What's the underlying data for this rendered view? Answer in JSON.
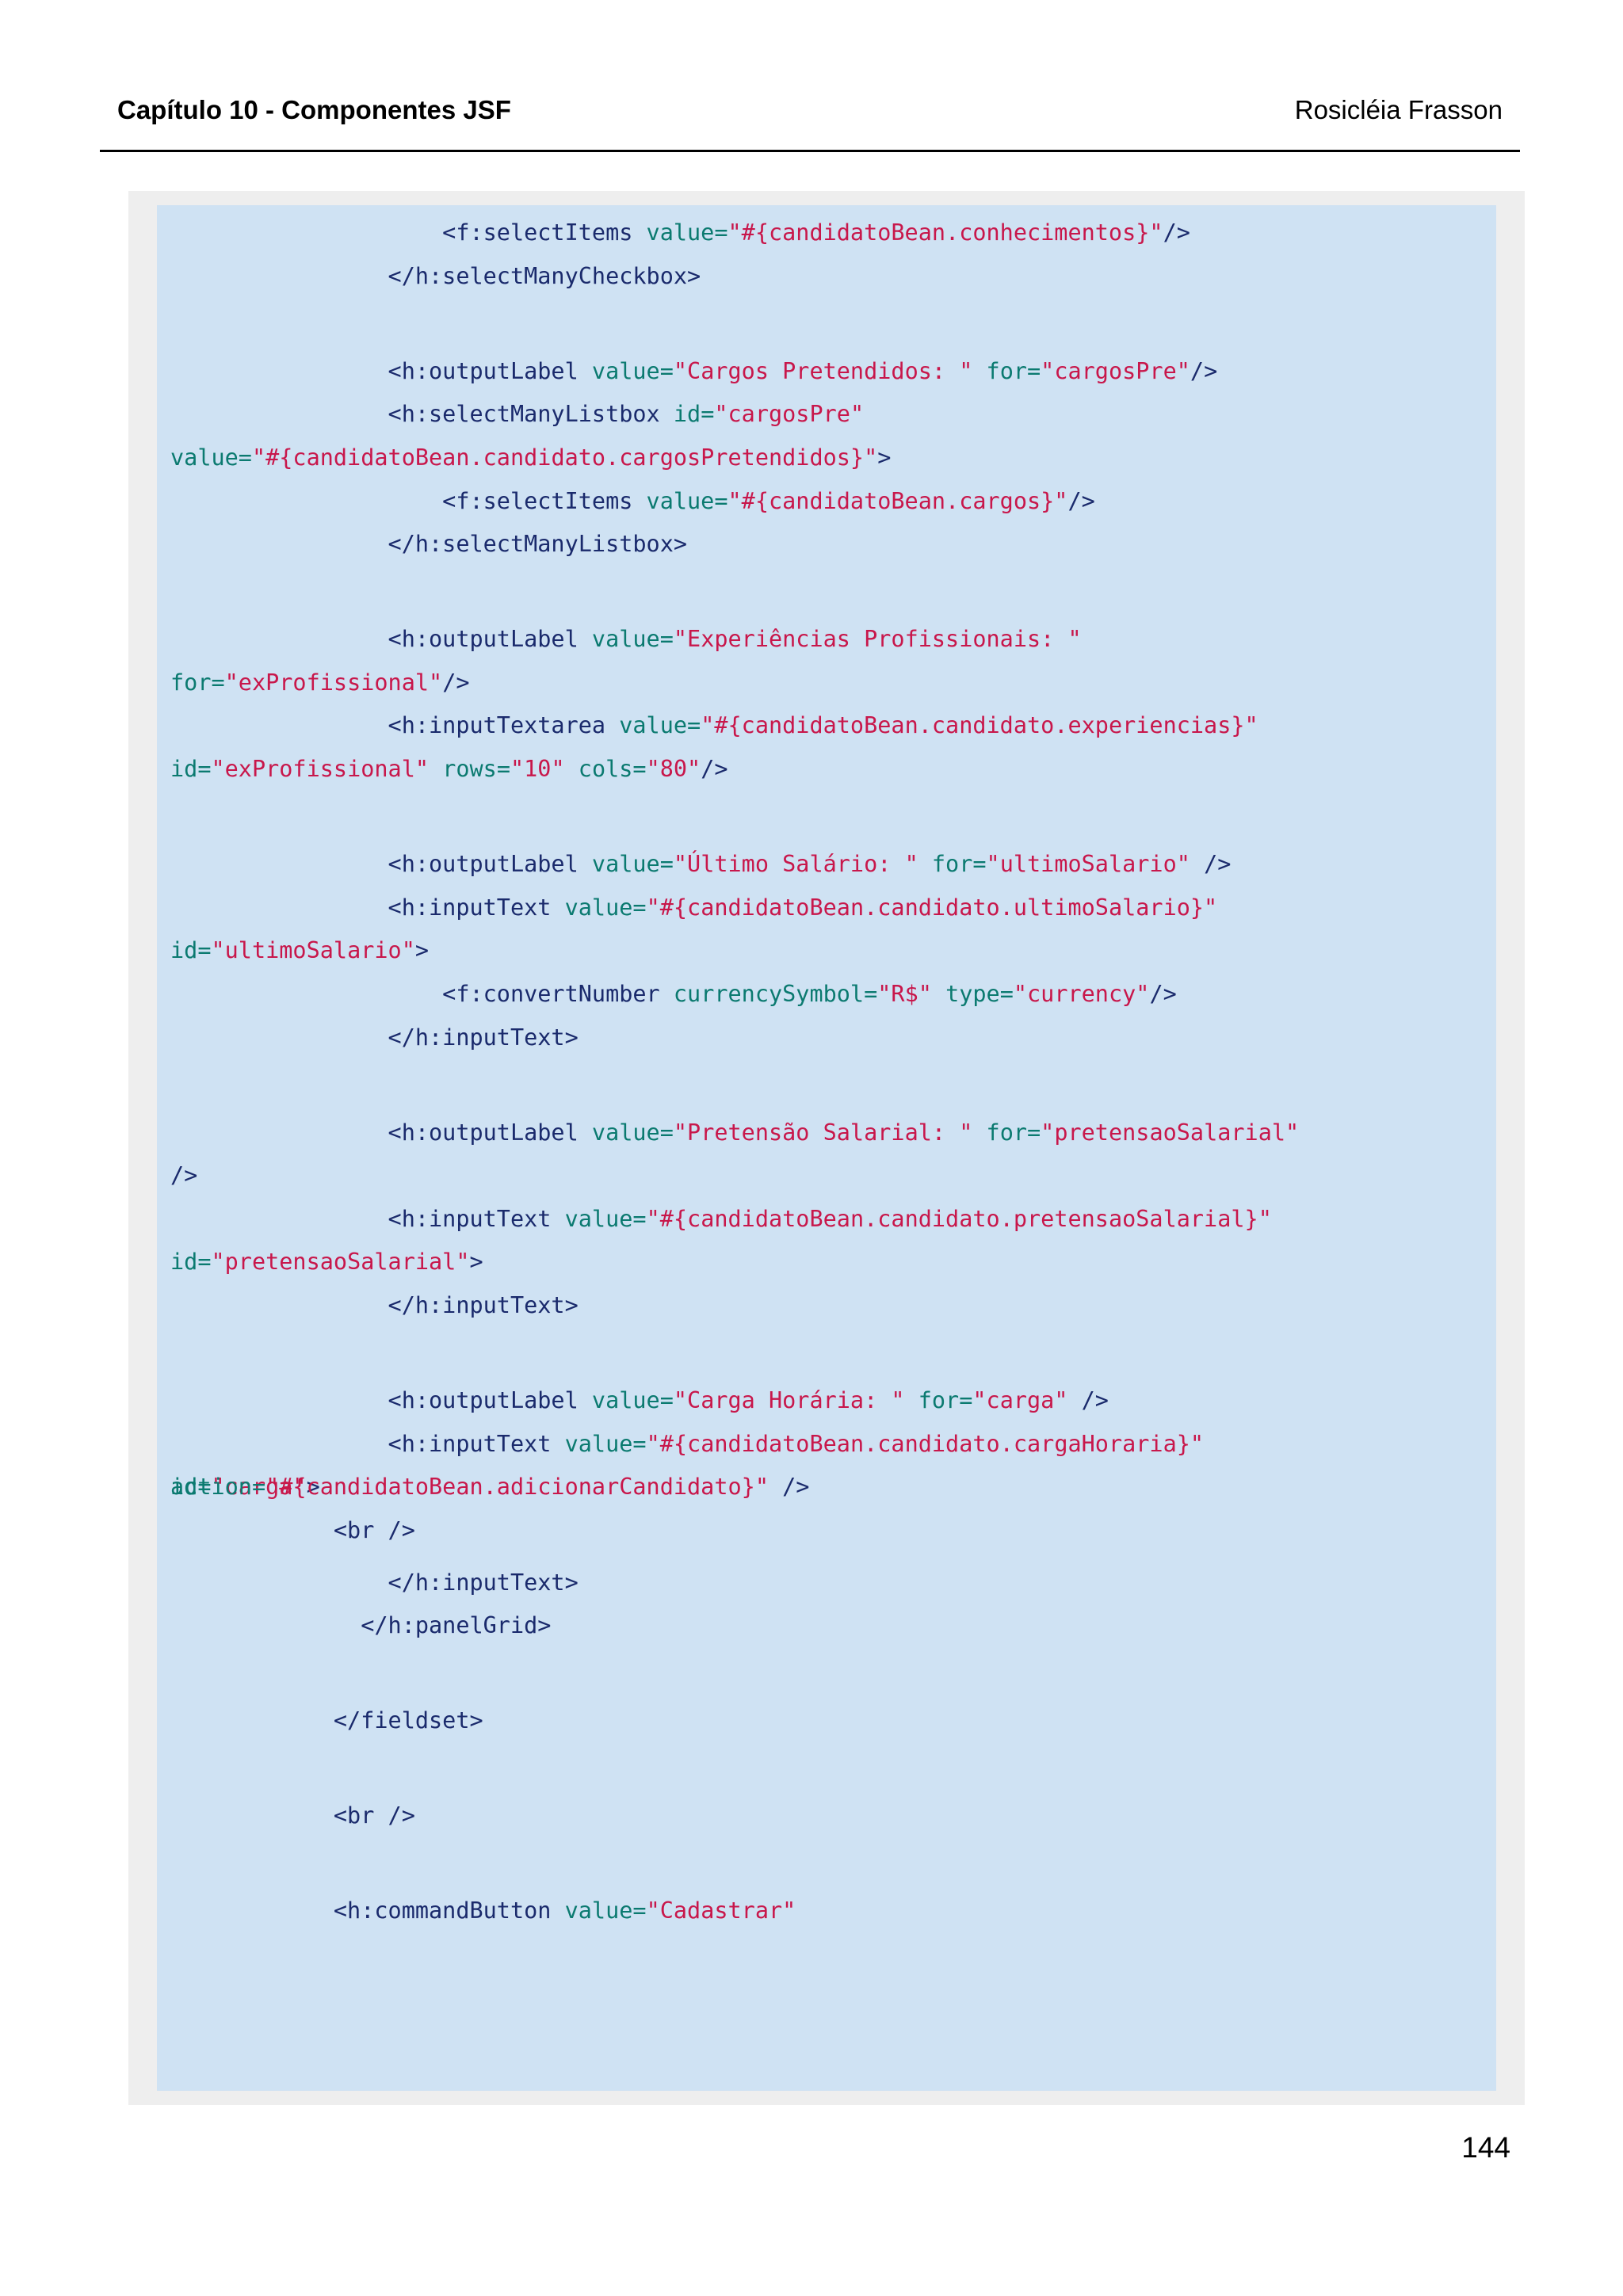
{
  "header": {
    "title": "Capítulo 10 - Componentes JSF",
    "author": "Rosicléia Frasson"
  },
  "page_number": "144",
  "colors": {
    "code_background": "#cfe2f3",
    "frame_background": "#eeeeee",
    "tag": "#1a2a6c",
    "attribute": "#0b7a70",
    "string": "#c8174b"
  },
  "code": {
    "lines": [
      {
        "tokens": [
          {
            "k": "t",
            "s": "                    <f:selectItems "
          },
          {
            "k": "a",
            "s": "value="
          },
          {
            "k": "v",
            "s": "\"#{candidatoBean.conhecimentos}\""
          },
          {
            "k": "t",
            "s": "/>"
          }
        ]
      },
      {
        "tokens": [
          {
            "k": "t",
            "s": "                </h:selectManyCheckbox>"
          }
        ]
      },
      {
        "tokens": []
      },
      {
        "tokens": [
          {
            "k": "t",
            "s": "                <h:outputLabel "
          },
          {
            "k": "a",
            "s": "value="
          },
          {
            "k": "v",
            "s": "\"Cargos Pretendidos: \""
          },
          {
            "k": "a",
            "s": " for="
          },
          {
            "k": "v",
            "s": "\"cargosPre\""
          },
          {
            "k": "t",
            "s": "/>"
          }
        ]
      },
      {
        "tokens": [
          {
            "k": "t",
            "s": "                <h:selectManyListbox "
          },
          {
            "k": "a",
            "s": "id="
          },
          {
            "k": "v",
            "s": "\"cargosPre\""
          }
        ]
      },
      {
        "tokens": [
          {
            "k": "a",
            "s": "value="
          },
          {
            "k": "v",
            "s": "\"#{candidatoBean.candidato.cargosPretendidos}\""
          },
          {
            "k": "t",
            "s": ">"
          }
        ]
      },
      {
        "tokens": [
          {
            "k": "t",
            "s": "                    <f:selectItems "
          },
          {
            "k": "a",
            "s": "value="
          },
          {
            "k": "v",
            "s": "\"#{candidatoBean.cargos}\""
          },
          {
            "k": "t",
            "s": "/>"
          }
        ]
      },
      {
        "tokens": [
          {
            "k": "t",
            "s": "                </h:selectManyListbox>"
          }
        ]
      },
      {
        "tokens": []
      },
      {
        "tokens": [
          {
            "k": "t",
            "s": "                <h:outputLabel "
          },
          {
            "k": "a",
            "s": "value="
          },
          {
            "k": "v",
            "s": "\"Experiências Profissionais: \""
          }
        ]
      },
      {
        "tokens": [
          {
            "k": "a",
            "s": "for="
          },
          {
            "k": "v",
            "s": "\"exProfissional\""
          },
          {
            "k": "t",
            "s": "/>"
          }
        ]
      },
      {
        "tokens": [
          {
            "k": "t",
            "s": "                <h:inputTextarea "
          },
          {
            "k": "a",
            "s": "value="
          },
          {
            "k": "v",
            "s": "\"#{candidatoBean.candidato.experiencias}\""
          }
        ]
      },
      {
        "tokens": [
          {
            "k": "a",
            "s": "id="
          },
          {
            "k": "v",
            "s": "\"exProfissional\""
          },
          {
            "k": "a",
            "s": " rows="
          },
          {
            "k": "v",
            "s": "\"10\""
          },
          {
            "k": "a",
            "s": " cols="
          },
          {
            "k": "v",
            "s": "\"80\""
          },
          {
            "k": "t",
            "s": "/>"
          }
        ]
      },
      {
        "tokens": []
      },
      {
        "tokens": [
          {
            "k": "t",
            "s": "                <h:outputLabel "
          },
          {
            "k": "a",
            "s": "value="
          },
          {
            "k": "v",
            "s": "\"Último Salário: \""
          },
          {
            "k": "a",
            "s": " for="
          },
          {
            "k": "v",
            "s": "\"ultimoSalario\""
          },
          {
            "k": "t",
            "s": " />"
          }
        ]
      },
      {
        "tokens": [
          {
            "k": "t",
            "s": "                <h:inputText "
          },
          {
            "k": "a",
            "s": "value="
          },
          {
            "k": "v",
            "s": "\"#{candidatoBean.candidato.ultimoSalario}\""
          }
        ]
      },
      {
        "tokens": [
          {
            "k": "a",
            "s": "id="
          },
          {
            "k": "v",
            "s": "\"ultimoSalario\""
          },
          {
            "k": "t",
            "s": ">"
          }
        ]
      },
      {
        "tokens": [
          {
            "k": "t",
            "s": "                    <f:convertNumber "
          },
          {
            "k": "a",
            "s": "currencySymbol="
          },
          {
            "k": "v",
            "s": "\"R$\""
          },
          {
            "k": "a",
            "s": " type="
          },
          {
            "k": "v",
            "s": "\"currency\""
          },
          {
            "k": "t",
            "s": "/>"
          }
        ]
      },
      {
        "tokens": [
          {
            "k": "t",
            "s": "                </h:inputText>"
          }
        ]
      },
      {
        "tokens": []
      },
      {
        "tokens": [
          {
            "k": "t",
            "s": "                <h:outputLabel "
          },
          {
            "k": "a",
            "s": "value="
          },
          {
            "k": "v",
            "s": "\"Pretensão Salarial: \""
          },
          {
            "k": "a",
            "s": " for="
          },
          {
            "k": "v",
            "s": "\"pretensaoSalarial\""
          }
        ]
      },
      {
        "tokens": [
          {
            "k": "t",
            "s": "/>"
          }
        ]
      },
      {
        "tokens": [
          {
            "k": "t",
            "s": "                <h:inputText "
          },
          {
            "k": "a",
            "s": "value="
          },
          {
            "k": "v",
            "s": "\"#{candidatoBean.candidato.pretensaoSalarial}\""
          }
        ]
      },
      {
        "tokens": [
          {
            "k": "a",
            "s": "id="
          },
          {
            "k": "v",
            "s": "\"pretensaoSalarial\""
          },
          {
            "k": "t",
            "s": ">"
          }
        ]
      },
      {
        "tokens": [
          {
            "k": "t",
            "s": "                </h:inputText>"
          }
        ]
      },
      {
        "tokens": []
      },
      {
        "tokens": [
          {
            "k": "t",
            "s": "                <h:outputLabel "
          },
          {
            "k": "a",
            "s": "value="
          },
          {
            "k": "v",
            "s": "\"Carga Horária: \""
          },
          {
            "k": "a",
            "s": " for="
          },
          {
            "k": "v",
            "s": "\"carga\""
          },
          {
            "k": "t",
            "s": " />"
          }
        ]
      },
      {
        "tokens": [
          {
            "k": "t",
            "s": "                <h:inputText "
          },
          {
            "k": "a",
            "s": "value="
          },
          {
            "k": "v",
            "s": "\"#{candidatoBean.candidato.cargaHoraria}\""
          }
        ]
      },
      {
        "tokens": [
          {
            "k": "a",
            "s": "id="
          },
          {
            "k": "v",
            "s": "\"carga\""
          },
          {
            "k": "t",
            "s": ">"
          }
        ]
      },
      {
        "tokens": []
      },
      {
        "tokens": [
          {
            "k": "t",
            "s": "                </h:inputText>"
          }
        ]
      },
      {
        "tokens": []
      },
      {
        "tokens": [
          {
            "k": "t",
            "s": "              </h:panelGrid>"
          }
        ]
      },
      {
        "tokens": [
          {
            "k": "t",
            "s": "            </fieldset>"
          }
        ]
      },
      {
        "tokens": []
      },
      {
        "tokens": [
          {
            "k": "t",
            "s": "            <br />"
          }
        ]
      },
      {
        "tokens": []
      },
      {
        "tokens": [
          {
            "k": "t",
            "s": "            <h:commandButton "
          },
          {
            "k": "a",
            "s": "value="
          },
          {
            "k": "v",
            "s": "\"Cadastrar\""
          }
        ]
      },
      {
        "tokens": [
          {
            "k": "a",
            "s": "action="
          },
          {
            "k": "v",
            "s": "\"#{candidatoBean.adicionarCandidato}\""
          },
          {
            "k": "t",
            "s": " />"
          }
        ]
      },
      {
        "tokens": []
      },
      {
        "tokens": [
          {
            "k": "t",
            "s": "            <br />"
          }
        ]
      }
    ]
  }
}
